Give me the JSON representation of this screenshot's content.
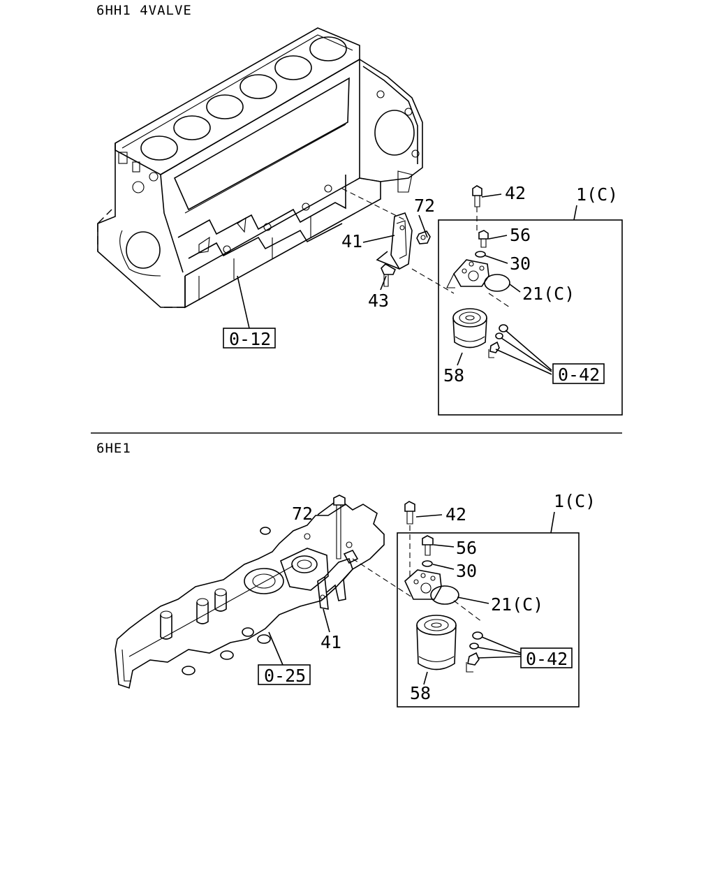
{
  "section_top": {
    "title": "6HH1 4VALVE",
    "callouts": {
      "p42": "42",
      "p72": "72",
      "p1c": "1(C)",
      "p41": "41",
      "p56": "56",
      "p30": "30",
      "p43": "43",
      "p21c": "21(C)",
      "p58": "58",
      "ref_block": "0-12",
      "ref_filter": "0-42"
    }
  },
  "section_bottom": {
    "title": "6HE1",
    "callouts": {
      "p72": "72",
      "p42": "42",
      "p1c": "1(C)",
      "p56": "56",
      "p30": "30",
      "p21c": "21(C)",
      "p41": "41",
      "p58": "58",
      "ref_manifold": "0-25",
      "ref_filter": "0-42"
    }
  }
}
